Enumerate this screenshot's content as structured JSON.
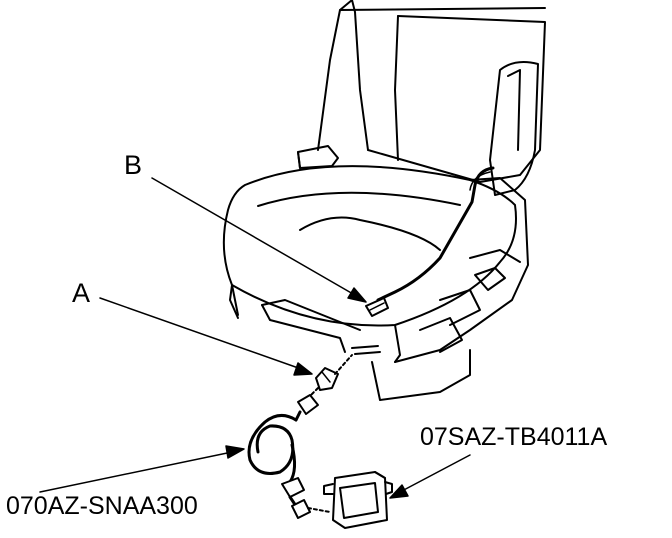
{
  "labels": {
    "b": "B",
    "a": "A",
    "tool_part_number": "07SAZ-TB4011A",
    "harness_part_number": "070AZ-SNAA300"
  },
  "colors": {
    "line": "#000000",
    "background": "#ffffff"
  }
}
